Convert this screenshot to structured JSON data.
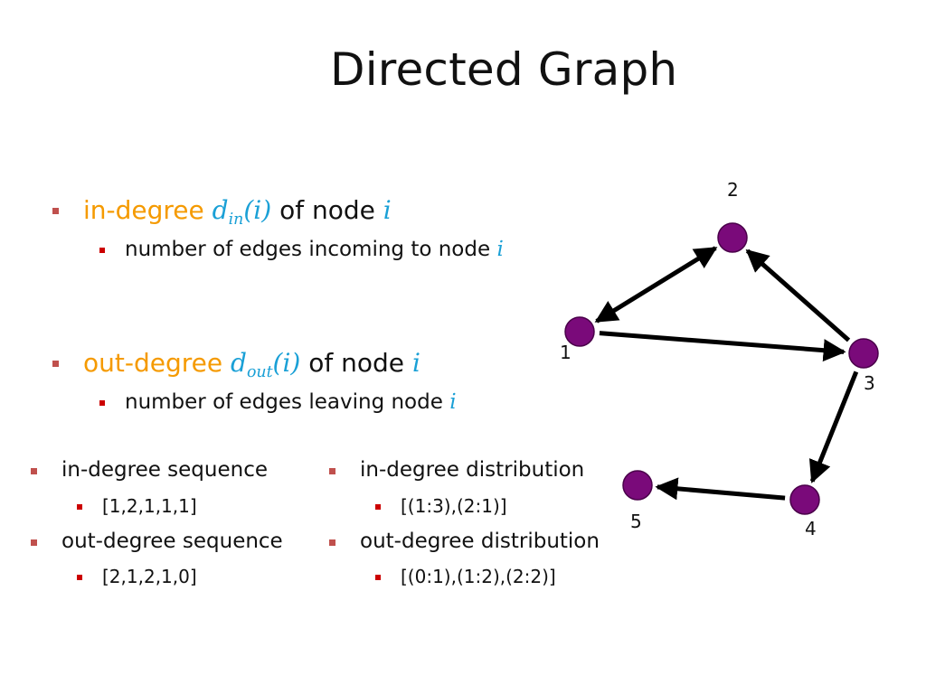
{
  "slide": {
    "title": "Directed Graph",
    "indegree": {
      "term": "in-degree",
      "symbol_d": "d",
      "symbol_sub": "in",
      "symbol_arg": "(i)",
      "suffix": "of node",
      "var": "i",
      "detail": "number of edges incoming to node",
      "detail_var": "i"
    },
    "outdegree": {
      "term": "out-degree",
      "symbol_d": "d",
      "symbol_sub": "out",
      "symbol_arg": "(i)",
      "suffix": "of node",
      "var": "i",
      "detail": "number of edges leaving node",
      "detail_var": "i"
    },
    "lower_left": [
      {
        "label": "in-degree sequence",
        "value": "[1,2,1,1,1]"
      },
      {
        "label": "out-degree sequence",
        "value": "[2,1,2,1,0]"
      }
    ],
    "lower_right": [
      {
        "label": "in-degree distribution",
        "value": "[(1:3),(2:1)]"
      },
      {
        "label": "out-degree distribution",
        "value": "[(0:1),(1:2),(2:2)]"
      }
    ]
  },
  "graph": {
    "node_color": "#7a0a7a",
    "nodes": [
      {
        "id": "1",
        "label": "1"
      },
      {
        "id": "2",
        "label": "2"
      },
      {
        "id": "3",
        "label": "3"
      },
      {
        "id": "4",
        "label": "4"
      },
      {
        "id": "5",
        "label": "5"
      }
    ],
    "edges": [
      {
        "from": "1",
        "to": "2"
      },
      {
        "from": "2",
        "to": "1"
      },
      {
        "from": "1",
        "to": "3"
      },
      {
        "from": "3",
        "to": "2"
      },
      {
        "from": "3",
        "to": "4"
      },
      {
        "from": "4",
        "to": "5"
      }
    ],
    "accent_colors": {
      "term": "#f59a00",
      "math": "#1aa0d6",
      "bullet": "#c0504d"
    }
  }
}
